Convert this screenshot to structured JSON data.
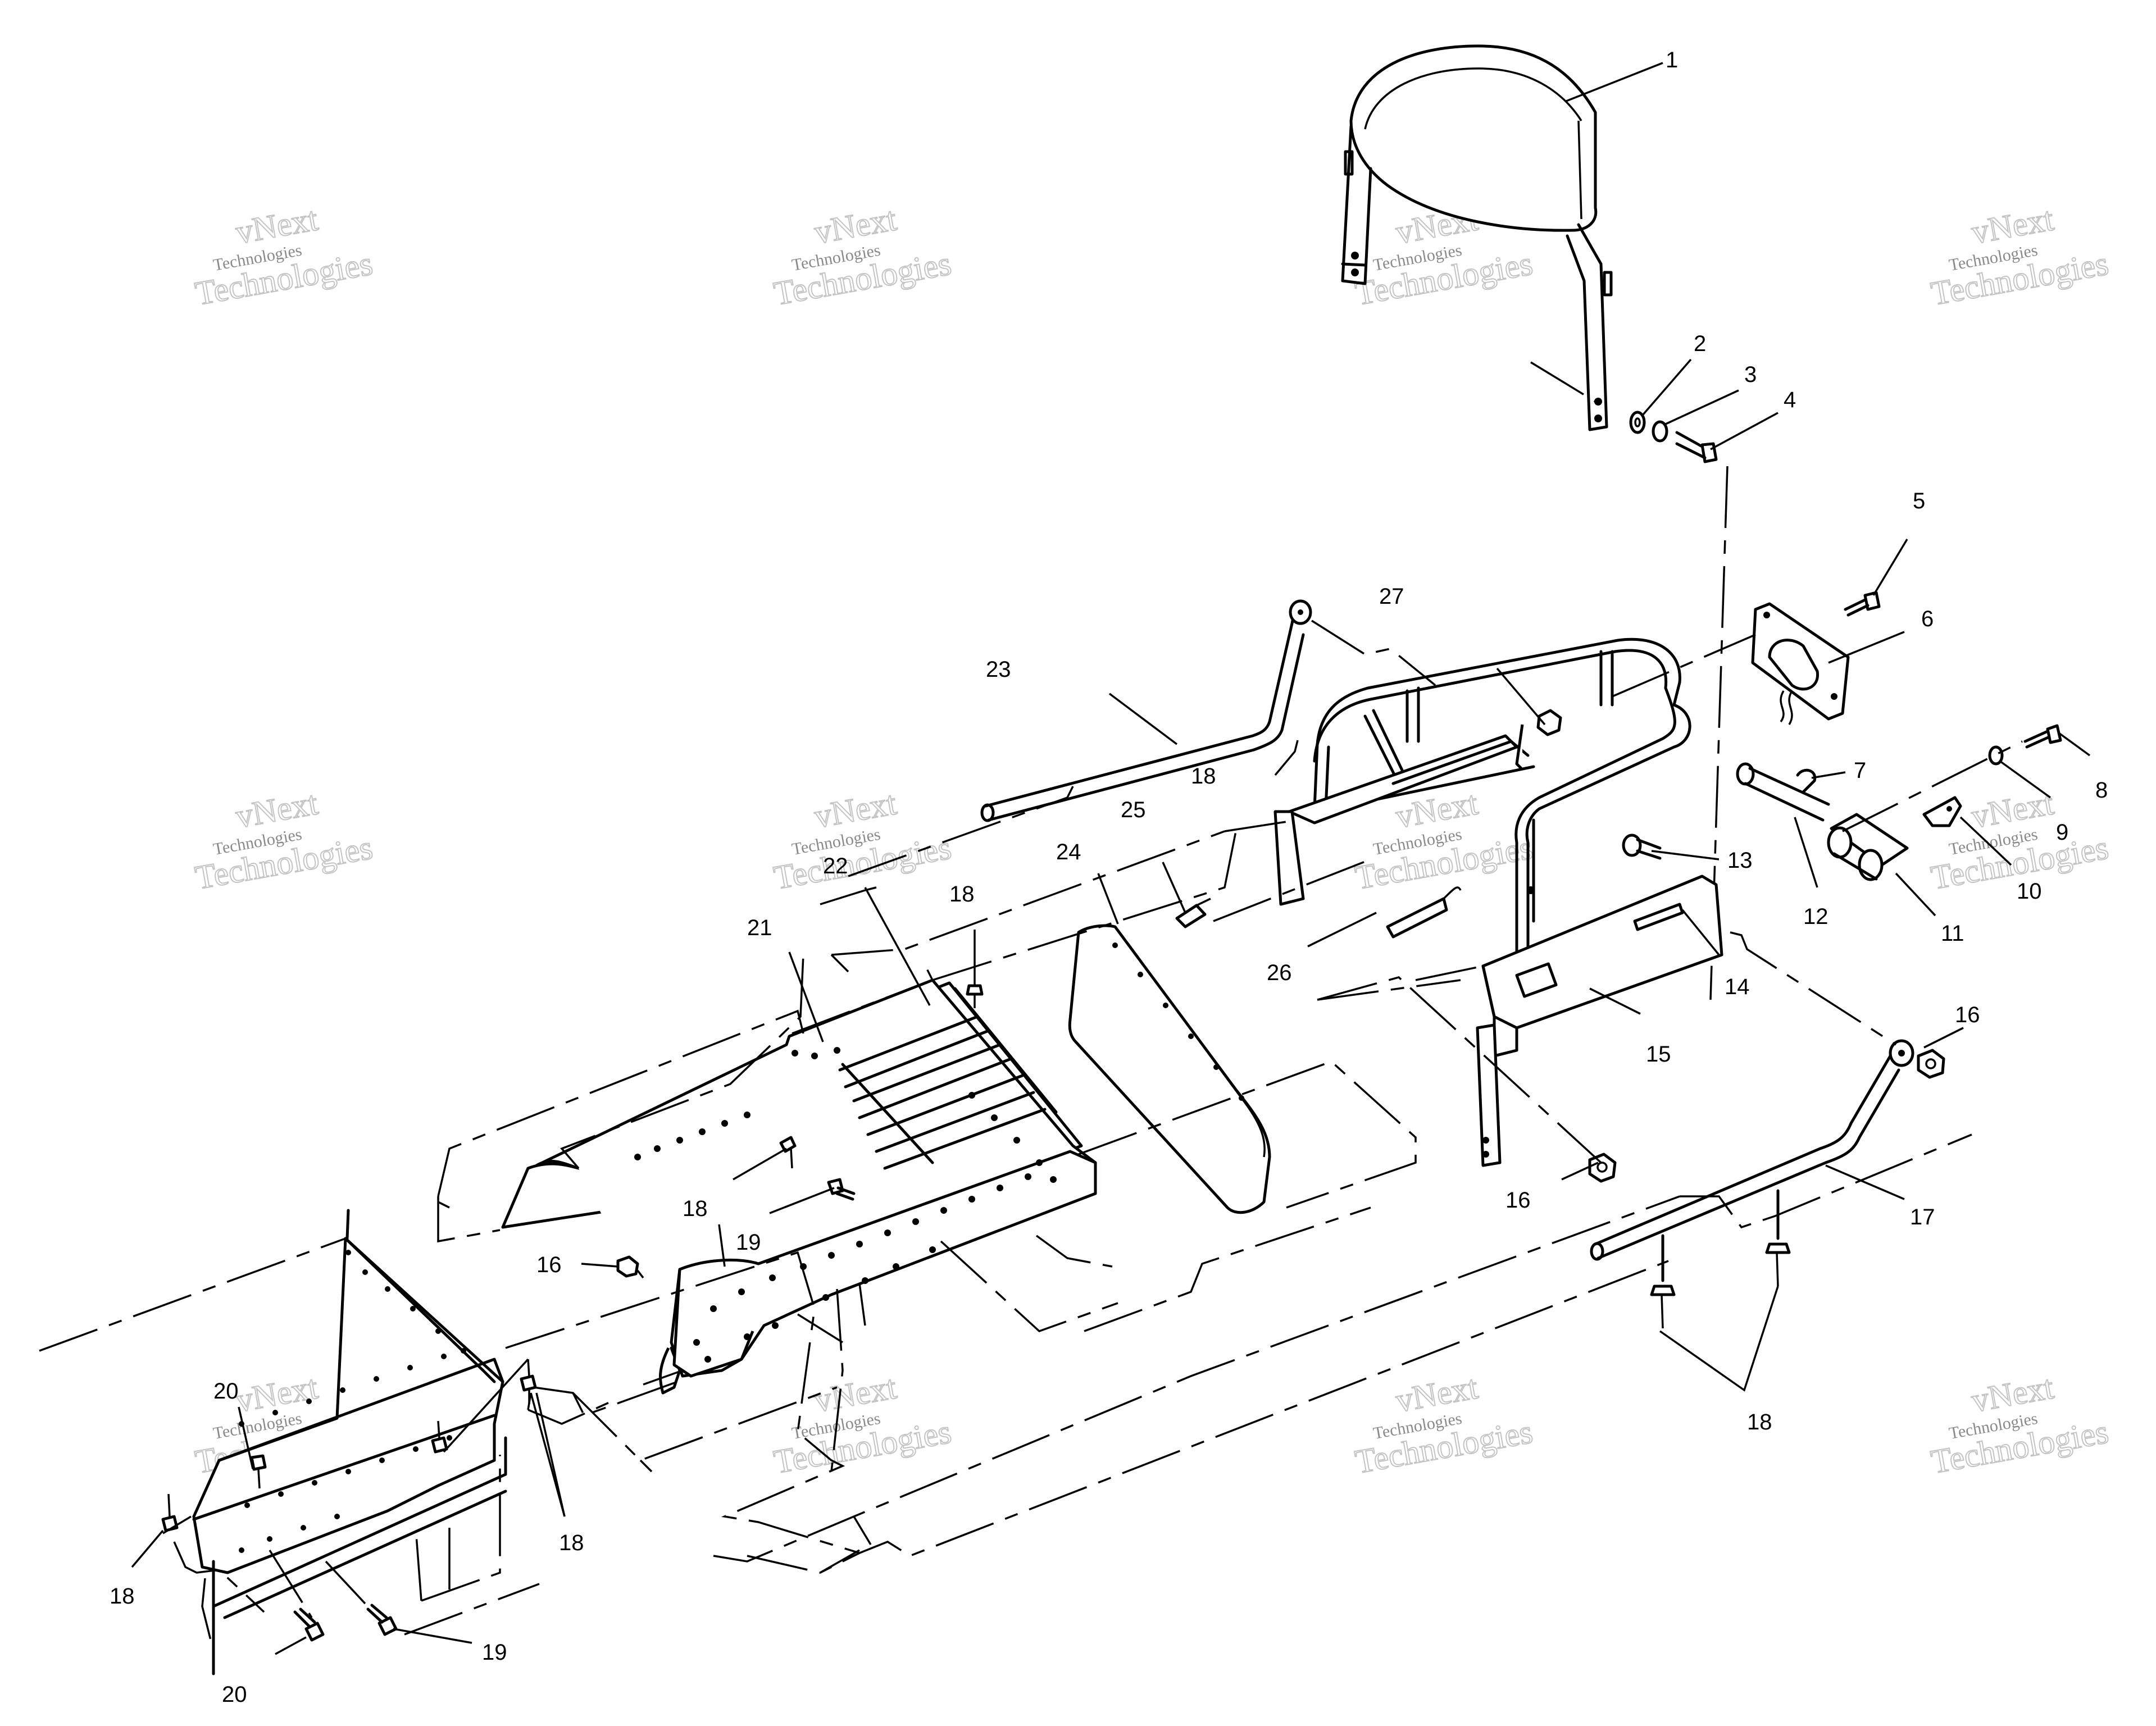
{
  "watermark": {
    "line1": "vNext",
    "line2": "Technologies"
  },
  "watermark_positions": [
    {
      "id": "wm-1"
    },
    {
      "id": "wm-2"
    },
    {
      "id": "wm-3"
    },
    {
      "id": "wm-4"
    },
    {
      "id": "wm-5"
    },
    {
      "id": "wm-6"
    },
    {
      "id": "wm-7"
    },
    {
      "id": "wm-8"
    },
    {
      "id": "wm-9"
    },
    {
      "id": "wm-10"
    },
    {
      "id": "wm-11"
    },
    {
      "id": "wm-12"
    }
  ],
  "callouts": [
    {
      "id": "c1",
      "text": "1"
    },
    {
      "id": "c2",
      "text": "2"
    },
    {
      "id": "c3",
      "text": "3"
    },
    {
      "id": "c4",
      "text": "4"
    },
    {
      "id": "c5",
      "text": "5"
    },
    {
      "id": "c6",
      "text": "6"
    },
    {
      "id": "c7",
      "text": "7"
    },
    {
      "id": "c8",
      "text": "8"
    },
    {
      "id": "c9",
      "text": "9"
    },
    {
      "id": "c10",
      "text": "10"
    },
    {
      "id": "c11",
      "text": "11"
    },
    {
      "id": "c12",
      "text": "12"
    },
    {
      "id": "c13",
      "text": "13"
    },
    {
      "id": "c14",
      "text": "14"
    },
    {
      "id": "c15",
      "text": "15"
    },
    {
      "id": "c16a",
      "text": "16"
    },
    {
      "id": "c16b",
      "text": "16"
    },
    {
      "id": "c16c",
      "text": "16"
    },
    {
      "id": "c17",
      "text": "17"
    },
    {
      "id": "c18a",
      "text": "18"
    },
    {
      "id": "c18b",
      "text": "18"
    },
    {
      "id": "c18c",
      "text": "18"
    },
    {
      "id": "c18d",
      "text": "18"
    },
    {
      "id": "c18e",
      "text": "18"
    },
    {
      "id": "c18f",
      "text": "18"
    },
    {
      "id": "c19a",
      "text": "19"
    },
    {
      "id": "c19b",
      "text": "19"
    },
    {
      "id": "c20a",
      "text": "20"
    },
    {
      "id": "c20b",
      "text": "20"
    },
    {
      "id": "c21",
      "text": "21"
    },
    {
      "id": "c22",
      "text": "22"
    },
    {
      "id": "c23",
      "text": "23"
    },
    {
      "id": "c24",
      "text": "24"
    },
    {
      "id": "c25",
      "text": "25"
    },
    {
      "id": "c26",
      "text": "26"
    },
    {
      "id": "c27",
      "text": "27"
    }
  ]
}
